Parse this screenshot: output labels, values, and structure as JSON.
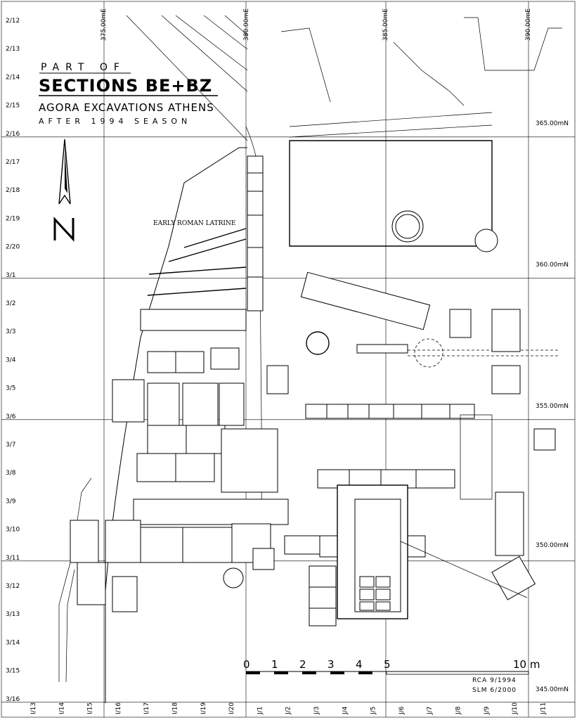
{
  "title": {
    "part_of": "PART OF",
    "sections": "SECTIONS BE+BZ",
    "agora": "AGORA EXCAVATIONS ATHENS",
    "season": "AFTER 1994 SEASON"
  },
  "label_latrine": "EARLY ROMAN LATRINE",
  "north_letter": "N",
  "easting_labels": [
    "375.00mE",
    "380.00mE",
    "385.00mE",
    "390.00mE"
  ],
  "northing_labels": [
    "365.00mN",
    "360.00mN",
    "355.00mN",
    "350.00mN",
    "345.00mN"
  ],
  "left_grid_labels": [
    "2/12",
    "2/13",
    "2/14",
    "2/15",
    "2/16",
    "2/17",
    "2/18",
    "2/19",
    "2/20",
    "3/1",
    "3/2",
    "3/3",
    "3/4",
    "3/5",
    "3/6",
    "3/7",
    "3/8",
    "3/9",
    "3/10",
    "3/11",
    "3/12",
    "3/13",
    "3/14",
    "3/15",
    "3/16"
  ],
  "bottom_grid_labels": [
    "I/13",
    "I/14",
    "I/15",
    "I/16",
    "I/17",
    "I/18",
    "I/19",
    "I/20",
    "J/1",
    "J/2",
    "J/3",
    "J/4",
    "J/5",
    "J/6",
    "J/7",
    "J/8",
    "J/9",
    "J/10",
    "J/11"
  ],
  "scale": {
    "ticks": [
      "0",
      "1",
      "2",
      "3",
      "4",
      "5"
    ],
    "end": "10 m"
  },
  "credits": [
    "RCA 9/1994",
    "SLM 6/2000"
  ]
}
